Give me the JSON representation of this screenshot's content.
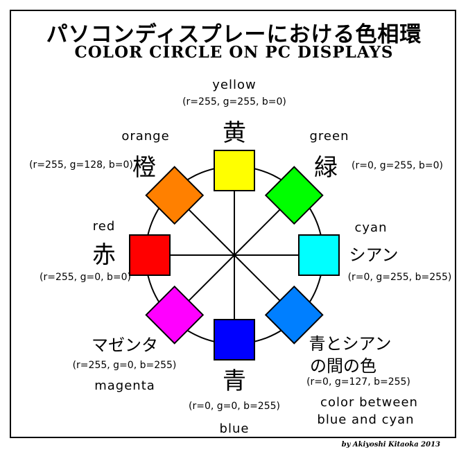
{
  "title_jp": "パソコンディスプレーにおける色相環",
  "title_en": "COLOR CIRCLE ON PC DISPLAYS",
  "credit": "by Akiyoshi Kitaoka 2013",
  "colors": {
    "yellow": {
      "en": "yellow",
      "jp": "黄",
      "rgb": "(r=255, g=255, b=0)",
      "hex": "#ffff00"
    },
    "green": {
      "en": "green",
      "jp": "緑",
      "rgb": "(r=0, g=255, b=0)",
      "hex": "#00ff00"
    },
    "cyan": {
      "en": "cyan",
      "jp": "シアン",
      "rgb": "(r=0, g=255, b=255)",
      "hex": "#00ffff"
    },
    "azure": {
      "en": "color between blue and cyan",
      "en1": "color between",
      "en2": "blue and cyan",
      "jp1": "青とシアン",
      "jp2": "の間の色",
      "rgb": "(r=0, g=127, b=255)",
      "hex": "#007fff"
    },
    "blue": {
      "en": "blue",
      "jp": "青",
      "rgb": "(r=0, g=0, b=255)",
      "hex": "#0000ff"
    },
    "magenta": {
      "en": "magenta",
      "jp": "マゼンタ",
      "rgb": "(r=255, g=0, b=255)",
      "hex": "#ff00ff"
    },
    "red": {
      "en": "red",
      "jp": "赤",
      "rgb": "(r=255, g=0, b=0)",
      "hex": "#ff0000"
    },
    "orange": {
      "en": "orange",
      "jp": "橙",
      "rgb": "(r=255, g=128, b=0)",
      "hex": "#ff8000"
    }
  }
}
